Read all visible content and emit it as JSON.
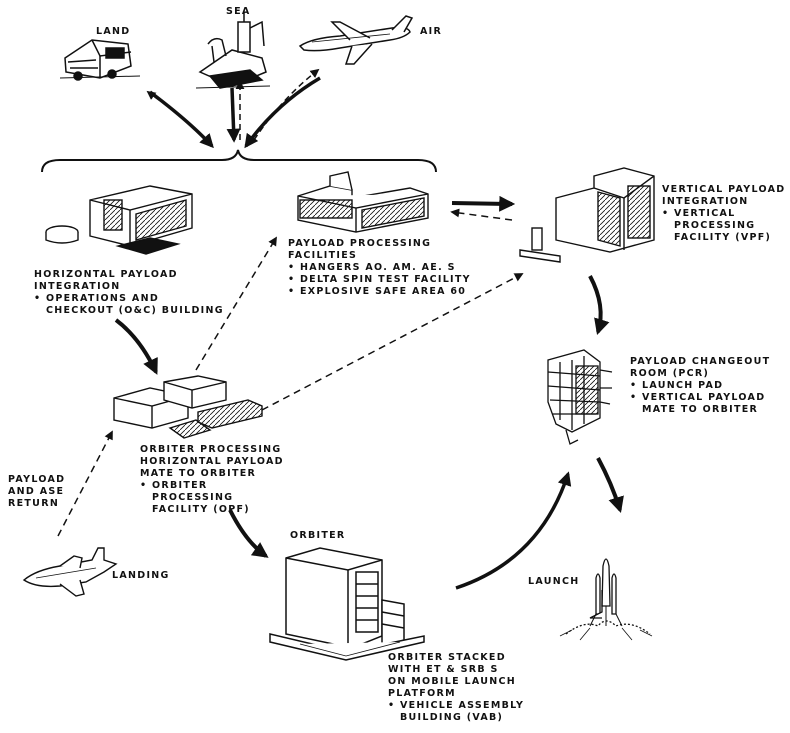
{
  "transport": {
    "land": "LAND",
    "sea": "SEA",
    "air": "AIR"
  },
  "horizontal": {
    "title_1": "HORIZONTAL PAYLOAD",
    "title_2": "INTEGRATION",
    "bullet_1": "• OPERATIONS AND",
    "bullet_2": "CHECKOUT (O&C) BUILDING"
  },
  "payload_processing": {
    "title_1": "PAYLOAD PROCESSING",
    "title_2": "FACILITIES",
    "b1": "• HANGERS AO. AM. AE. S",
    "b2": "• DELTA SPIN TEST FACILITY",
    "b3": "• EXPLOSIVE SAFE AREA 60"
  },
  "vertical": {
    "title_1": "VERTICAL PAYLOAD",
    "title_2": "INTEGRATION",
    "b1": "• VERTICAL",
    "b2": "PROCESSING",
    "b3": "FACILITY (VPF)"
  },
  "pcr": {
    "title_1": "PAYLOAD CHANGEOUT",
    "title_2": "ROOM (PCR)",
    "b1": "• LAUNCH PAD",
    "b2": "• VERTICAL PAYLOAD",
    "b3": "MATE TO ORBITER"
  },
  "opf": {
    "l1": "ORBITER PROCESSING",
    "l2": "HORIZONTAL PAYLOAD",
    "l3": "MATE TO ORBITER",
    "b1": "• ORBITER",
    "b2": "PROCESSING",
    "b3": "FACILITY (OPF)"
  },
  "return": {
    "l1": "PAYLOAD",
    "l2": "AND ASE",
    "l3": "RETURN"
  },
  "landing": "LANDING",
  "orbiter": "ORBITER",
  "launch": "LAUNCH",
  "vab": {
    "l1": "ORBITER STACKED",
    "l2": "WITH ET & SRB S",
    "l3": "ON MOBILE LAUNCH",
    "l4": "PLATFORM",
    "b1": "• VEHICLE ASSEMBLY",
    "b2": "BUILDING (VAB)"
  }
}
